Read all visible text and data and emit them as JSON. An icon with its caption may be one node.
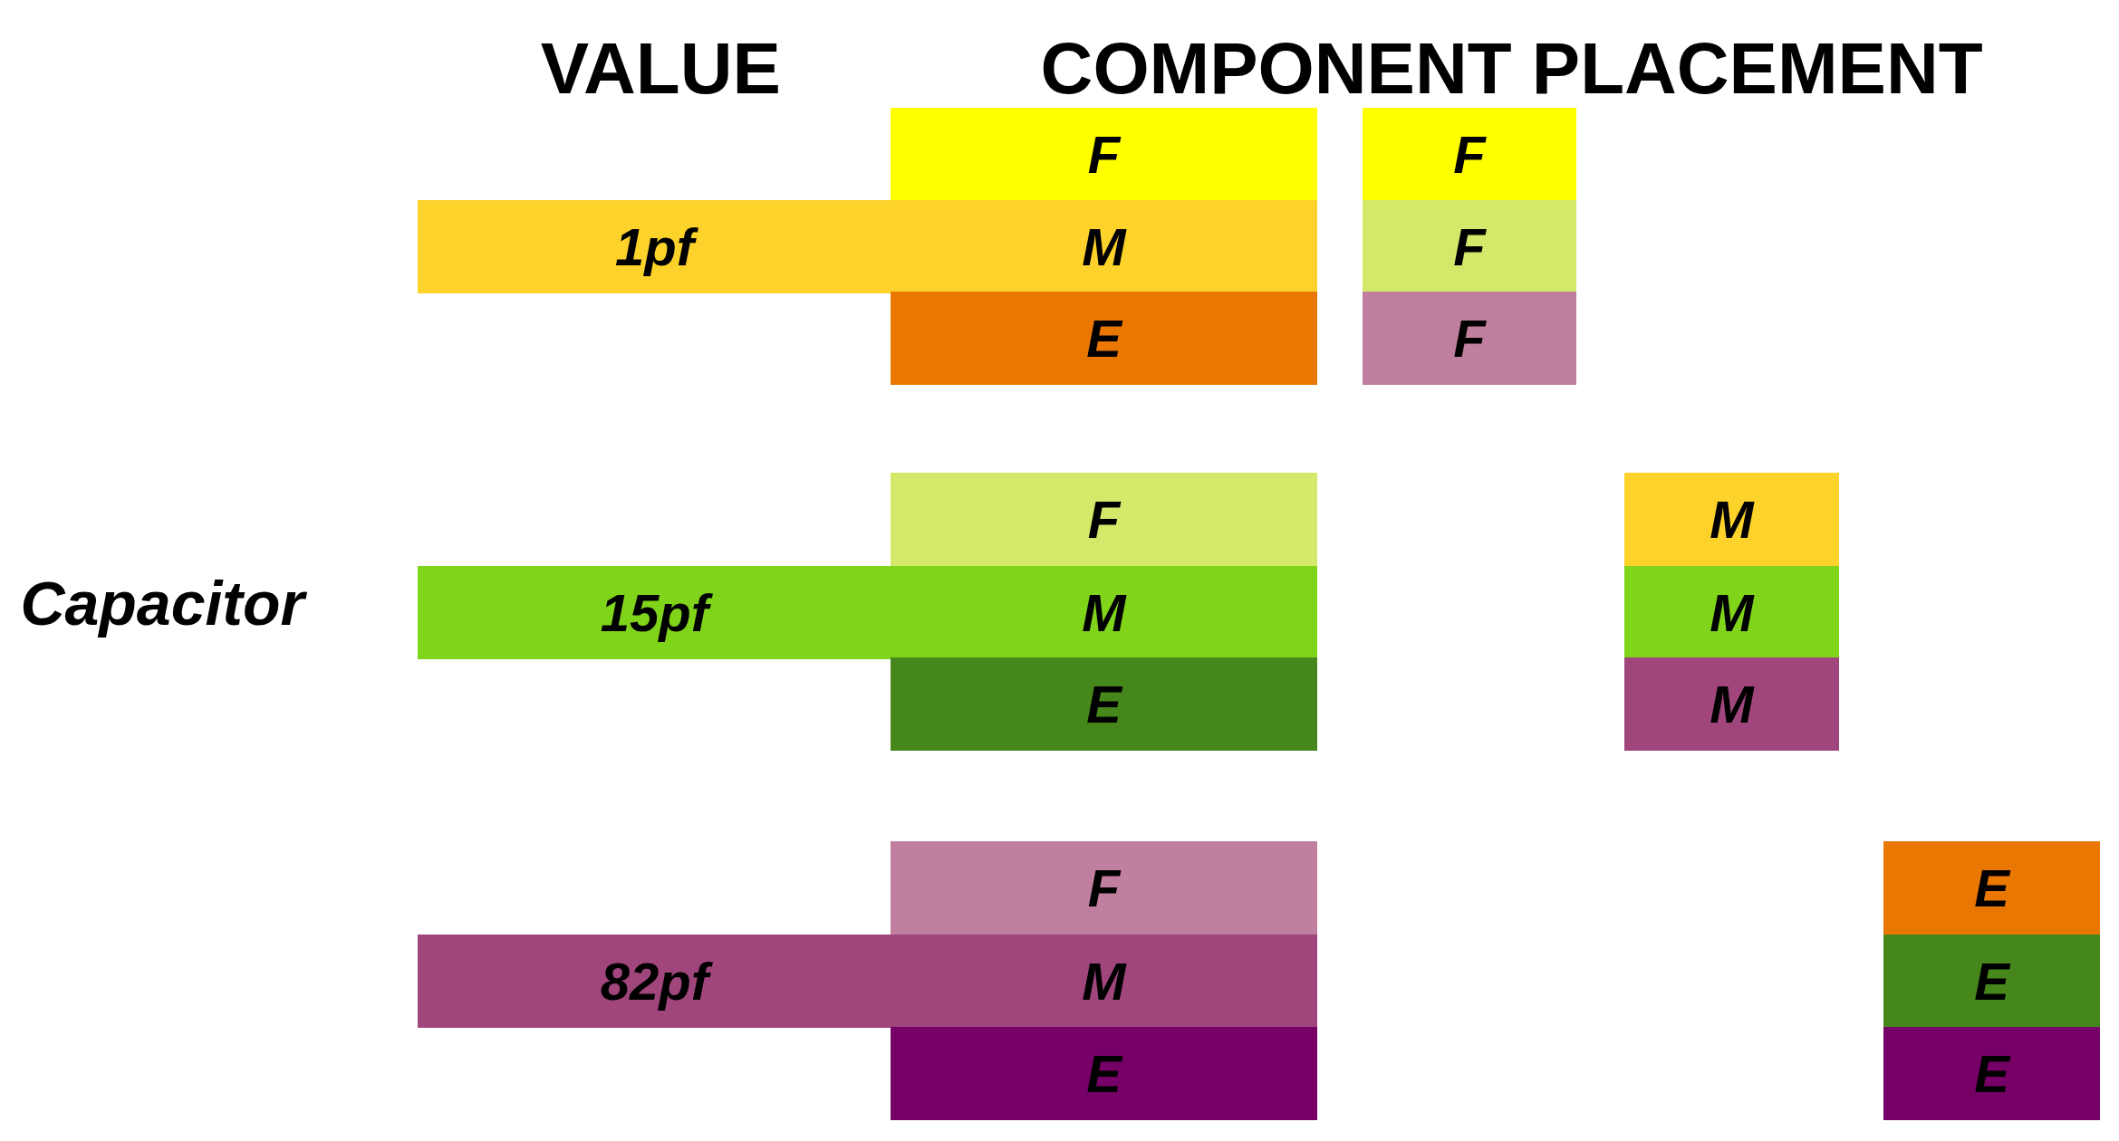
{
  "diagram": {
    "nodes": [
      {
        "text": [
          "F"
        ]
      },
      {
        "text": [
          "F"
        ]
      },
      {
        "text": [
          "1pf"
        ]
      },
      {
        "text": [
          "M"
        ]
      },
      {
        "text": [
          "F"
        ]
      },
      {
        "text": [
          "E"
        ]
      },
      {
        "text": [
          "F"
        ]
      },
      {
        "text": [
          "F"
        ]
      },
      {
        "text": [
          "M"
        ]
      },
      {
        "text": [
          "15pf"
        ]
      },
      {
        "text": [
          "M"
        ]
      },
      {
        "text": [
          "M"
        ]
      },
      {
        "text": [
          "E"
        ]
      },
      {
        "text": [
          "M"
        ]
      },
      {
        "text": [
          "F"
        ]
      },
      {
        "text": [
          "E"
        ]
      },
      {
        "text": [
          "82pf"
        ]
      },
      {
        "text": [
          "M"
        ]
      },
      {
        "text": [
          "E"
        ]
      },
      {
        "text": [
          "E"
        ]
      },
      {
        "text": [
          "E"
        ]
      }
    ],
    "labels": [
      "VALUE",
      "COMPONENT PLACEMENT",
      "Capacitor"
    ]
  }
}
